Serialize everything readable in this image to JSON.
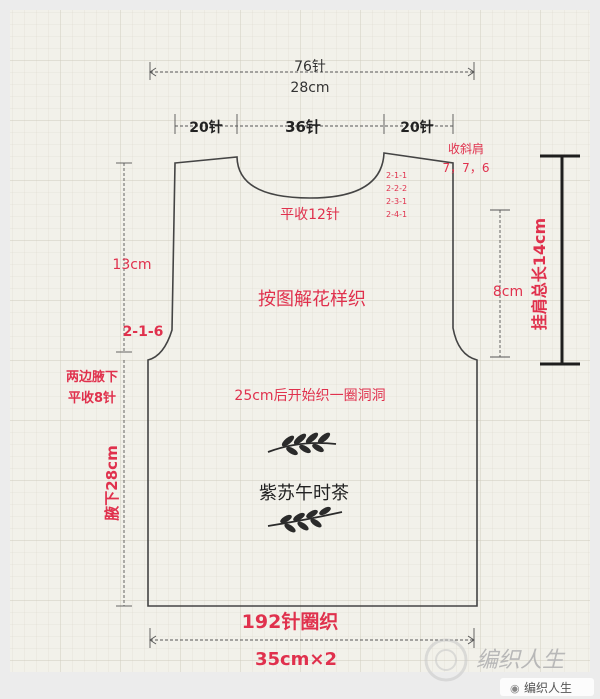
{
  "colors": {
    "paper": "#f2f1ea",
    "grid": "#d9d6c9",
    "ink": "#3a3a3a",
    "red": "#e0314d",
    "black": "#1e1e1e",
    "frame": "#ededed"
  },
  "dimensions": {
    "top_width_stitches": "76针",
    "top_width_cm": "28cm",
    "shoulder_left": "20针",
    "neck_width": "36针",
    "shoulder_right": "20针",
    "neck_bind_off": "平收12针",
    "upper_height": "13cm",
    "armhole_depth": "8cm",
    "armhole_decrease": "2-1-6",
    "underarm_note_line1": "两边腋下",
    "underarm_note_line2": "平收8针",
    "lower_height": "腋下28cm",
    "bottom_stitches": "192针圈织",
    "bottom_width": "35cm×2",
    "shoulder_length": "挂肩总长14cm"
  },
  "shoulder_slope": {
    "title": "收斜肩",
    "counts": "7，7，6",
    "steps": [
      "2-1-1",
      "2-2-2",
      "2-3-1",
      "2-4-1"
    ]
  },
  "body_notes": {
    "pattern": "按图解花样织",
    "eyelet": "25cm后开始织一圈洞洞"
  },
  "logo_text": "紫苏午时茶",
  "watermark": {
    "text": "编织人生",
    "sub": "编织人生"
  }
}
